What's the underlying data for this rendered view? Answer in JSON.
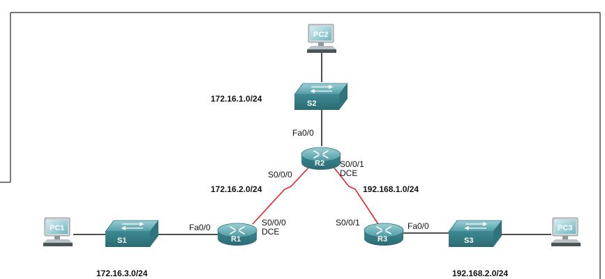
{
  "devices": {
    "pc1": "PC1",
    "pc2": "PC2",
    "pc3": "PC3",
    "s1": "S1",
    "s2": "S2",
    "s3": "S3",
    "r1": "R1",
    "r2": "R2",
    "r3": "R3"
  },
  "networks": {
    "s2_lan": "172.16.1.0/24",
    "r1_r2": "172.16.2.0/24",
    "r2_r3": "192.168.1.0/24",
    "s1_lan": "172.16.3.0/24",
    "s3_lan": "192.168.2.0/24"
  },
  "interfaces": {
    "r2_fa": "Fa0/0",
    "r2_s0": "S0/0/0",
    "r2_s1": "S0/0/1",
    "r2_dce": "DCE",
    "r1_fa": "Fa0/0",
    "r1_s0": "S0/0/0",
    "r1_dce": "DCE",
    "r3_s1": "S0/0/1",
    "r3_fa": "Fa0/0"
  },
  "colors": {
    "device_teal": "#3f8a93",
    "serial_link": "#e8202a",
    "ethernet_link": "#111111"
  }
}
